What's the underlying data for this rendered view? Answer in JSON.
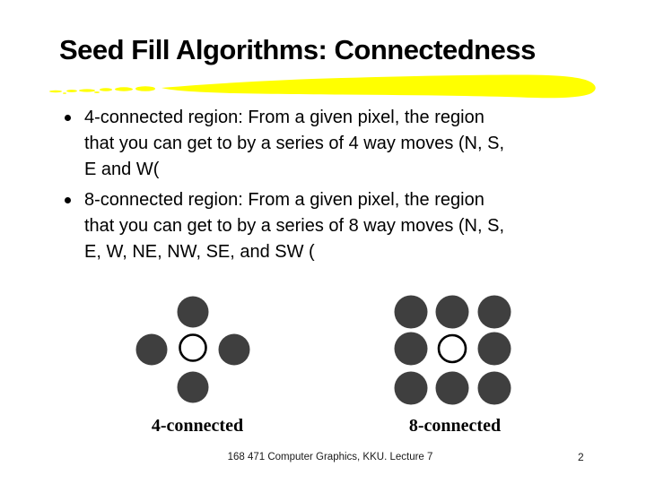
{
  "slide": {
    "title": "Seed Fill Algorithms: Connectedness",
    "bullets": [
      {
        "lines": [
          "4-connected region: From a given pixel, the region",
          "that you can get to by a series of 4 way moves (N, S,",
          "E and W("
        ]
      },
      {
        "lines": [
          "8-connected region: From a given pixel, the region",
          "that you can get to by a series of 8 way moves (N, S,",
          "E, W, NE, NW, SE, and SW ("
        ]
      }
    ],
    "diagrams": [
      {
        "label": "4-connected",
        "pattern": "plus",
        "dark_circle_count": 4,
        "center": "open-circle"
      },
      {
        "label": "8-connected",
        "pattern": "3x3-grid",
        "dark_circle_count": 8,
        "center": "open-circle"
      }
    ],
    "footer": {
      "text": "168 471 Computer Graphics, KKU. Lecture 7",
      "page_number": "2"
    },
    "colors": {
      "highlight": "#FFFF00",
      "circle_fill": "#3F3F3F",
      "circle_outline": "#000000",
      "background": "#FFFFFF",
      "text": "#000000"
    }
  }
}
